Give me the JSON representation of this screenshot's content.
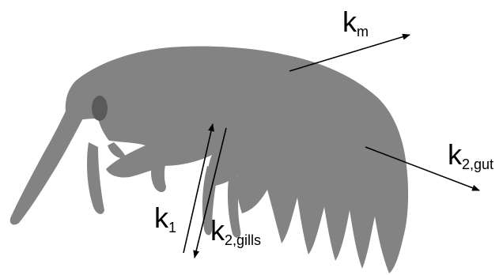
{
  "colors": {
    "body": "#838383",
    "eye": "#5a5a5a",
    "arrow": "#000000",
    "background": "#ffffff"
  },
  "labels": {
    "km": {
      "main": "k",
      "sub": "m"
    },
    "k2gut": {
      "main": "k",
      "sub": "2,gut"
    },
    "k1": {
      "main": "k",
      "sub": "1"
    },
    "k2gills": {
      "main": "k",
      "sub": "2,gills"
    }
  }
}
